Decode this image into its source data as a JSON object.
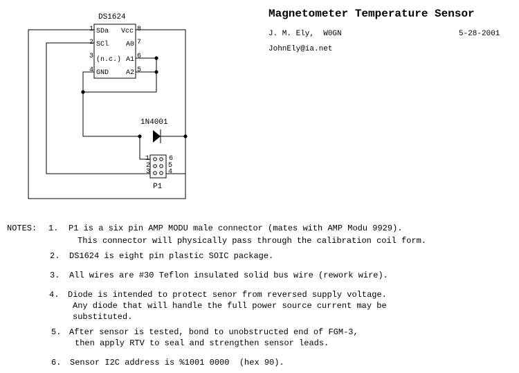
{
  "title": "Magnetometer Temperature Sensor",
  "author": "J. M. Ely,  W0GN",
  "date": "5-28-2001",
  "email": "JohnEly@ia.net",
  "schematic": {
    "chip": {
      "name": "DS1624",
      "left_pins": [
        {
          "num": "1",
          "label": "SDa"
        },
        {
          "num": "2",
          "label": "SCl"
        },
        {
          "num": "3",
          "label": "(n.c.)"
        },
        {
          "num": "4",
          "label": "GND"
        }
      ],
      "right_pins": [
        {
          "num": "8",
          "label": "Vcc"
        },
        {
          "num": "7",
          "label": "A0"
        },
        {
          "num": "6",
          "label": "A1"
        },
        {
          "num": "5",
          "label": "A2"
        }
      ]
    },
    "diode": {
      "name": "1N4001"
    },
    "connector": {
      "name": "P1",
      "left_pins": [
        "1",
        "2",
        "3"
      ],
      "right_pins": [
        "6",
        "5",
        "4"
      ]
    }
  },
  "notes": {
    "heading": "NOTES:",
    "items": [
      {
        "num": "1.",
        "lines": [
          "P1 is a six pin AMP MODU male connector (mates with AMP Modu 9929).",
          "This connector will physically pass through the calibration coil form."
        ]
      },
      {
        "num": "2.",
        "lines": [
          "DS1624 is eight pin plastic SOIC package."
        ]
      },
      {
        "num": "3.",
        "lines": [
          "All wires are #30 Teflon insulated solid bus wire (rework wire)."
        ]
      },
      {
        "num": "4.",
        "lines": [
          "Diode is intended to protect senor from reversed supply voltage.",
          "Any diode that will handle the full power source current may be",
          "substituted."
        ]
      },
      {
        "num": "5.",
        "lines": [
          "After sensor is tested, bond to unobstructed end of FGM-3,",
          "then apply RTV to seal and strengthen sensor leads."
        ]
      },
      {
        "num": "6.",
        "lines": [
          "Sensor I2C address is %1001 0000  (hex 90)."
        ]
      }
    ]
  }
}
